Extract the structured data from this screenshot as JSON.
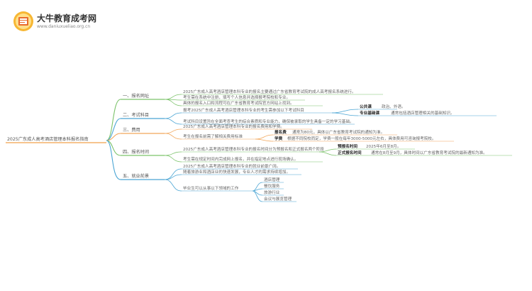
{
  "logo": {
    "title": "大牛教育成考网",
    "url": "www.daniuxueliao.org.cn"
  },
  "root": {
    "label": "2025广东成人高考酒店管理本科报名指南"
  },
  "colors": {
    "branch1": "#7cc36b",
    "branch2": "#4aa5d4",
    "branch3": "#f2a65a",
    "branch4": "#7cc36b",
    "branch5": "#4aa5d4",
    "root": "#f0a04b"
  },
  "branches": [
    {
      "label": "一、报名网址",
      "items": [
        "2025广东成人高考酒店管理本科专业的报名主要通过广东省教育考试院的成人高考报名系统进行。",
        "考生需在系统中注册，填写个人信息并选择报考院校和专业。",
        "具体的报名入口和流程可在广东省教育考试院官方网站上找到。"
      ]
    },
    {
      "label": "二、考试科目",
      "items": [
        "报考2025广东成人高考酒店管理本科专业的考生需参加以下考试科目",
        "考试科目设置旨在全面考查考生的综合素质和专业能力，确保被录取的学生具备一定的学习基础。"
      ],
      "subjects": [
        {
          "key": "公共课",
          "text": "政治、外语。"
        },
        {
          "key": "专业基础课",
          "text": "通常包括酒店管理相关的基础知识。"
        }
      ]
    },
    {
      "label": "三、费用",
      "items": [
        "2025广东成人高考酒店管理本科专业的报名费用和学费。",
        "考生在报名前需了解相关费用标准"
      ],
      "fees": [
        {
          "key": "报名费",
          "text": "通常为80元，具体以广东省教育考试院的通知为准。"
        },
        {
          "key": "学费",
          "text": "根据不同院校而定，学费一般在每年3000-5000元左右，具体费用可咨询报考院校。"
        }
      ]
    },
    {
      "label": "四、报名时间",
      "items": [
        "2025广东成人高考酒店管理本科专业的报名时间分为预报名和正式报名两个阶段",
        "考生需在规定时间内完成网上报名，并在指定地点进行现场确认。"
      ],
      "times": [
        {
          "key": "预报名时间",
          "text": "2025年6月至8月。"
        },
        {
          "key": "正式报名时间",
          "text": "通常在8月至9月，具体时间以广东省教育考试院的最新通知为准。"
        }
      ]
    },
    {
      "label": "五、就业前景",
      "items": [
        "2025广东成人高考酒店管理本科专业的就业前景广阔。",
        "随着旅游业和酒店业的快速发展，专业人才的需求持续增加。",
        "毕业生可以从事以下领域的工作"
      ],
      "jobs": [
        "酒店管理",
        "餐饮服务",
        "旅游行业",
        "会议与展览管理"
      ]
    }
  ]
}
